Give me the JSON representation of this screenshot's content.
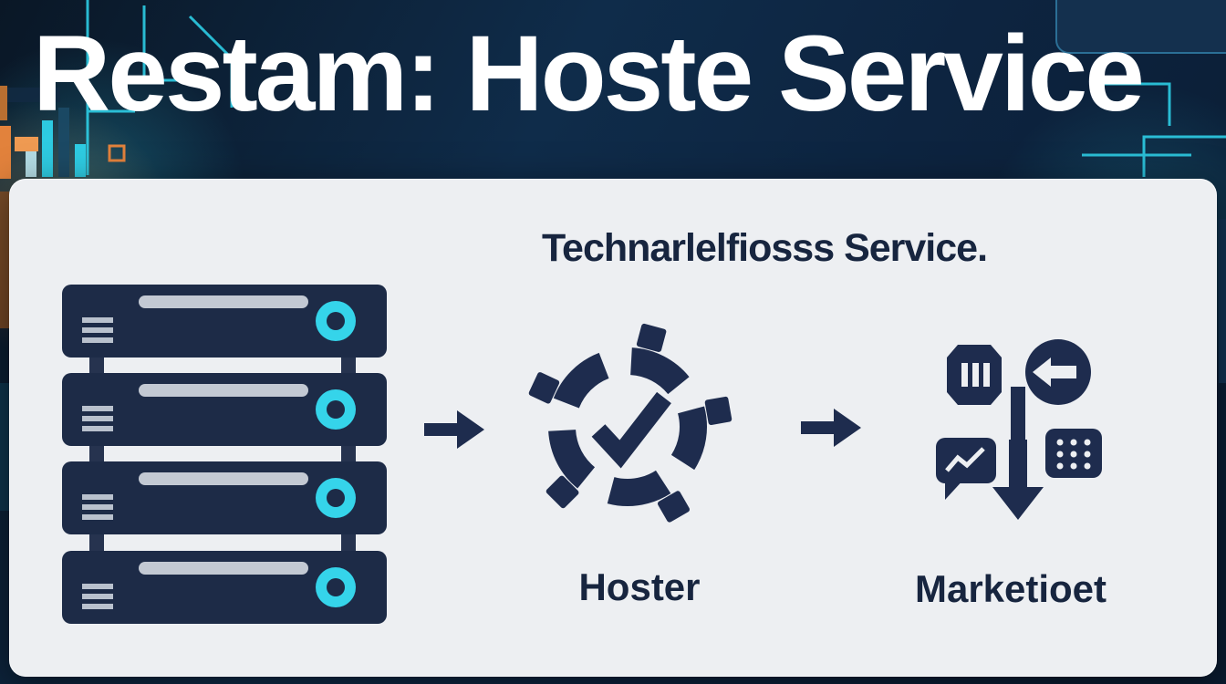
{
  "title": "Restam: Hoste Service",
  "diagram": {
    "subtitle": "Technarlelfiosss Service.",
    "source_icon": "server-stack-icon",
    "steps": [
      {
        "id": "hoster",
        "label": "Hoster",
        "icon": "gear-check-icon"
      },
      {
        "id": "market",
        "label": "Marketioet",
        "icon": "market-modules-icon"
      }
    ],
    "connector_icon": "flow-arrow-icon"
  },
  "colors": {
    "background_navy": "#0d2440",
    "panel_bg": "#edeff2",
    "ink_navy": "#1e2c4e",
    "accent_cyan": "#35d4ea",
    "accent_orange": "#e2823c",
    "light_gray": "#c3c9d3",
    "title_white": "#ffffff"
  }
}
